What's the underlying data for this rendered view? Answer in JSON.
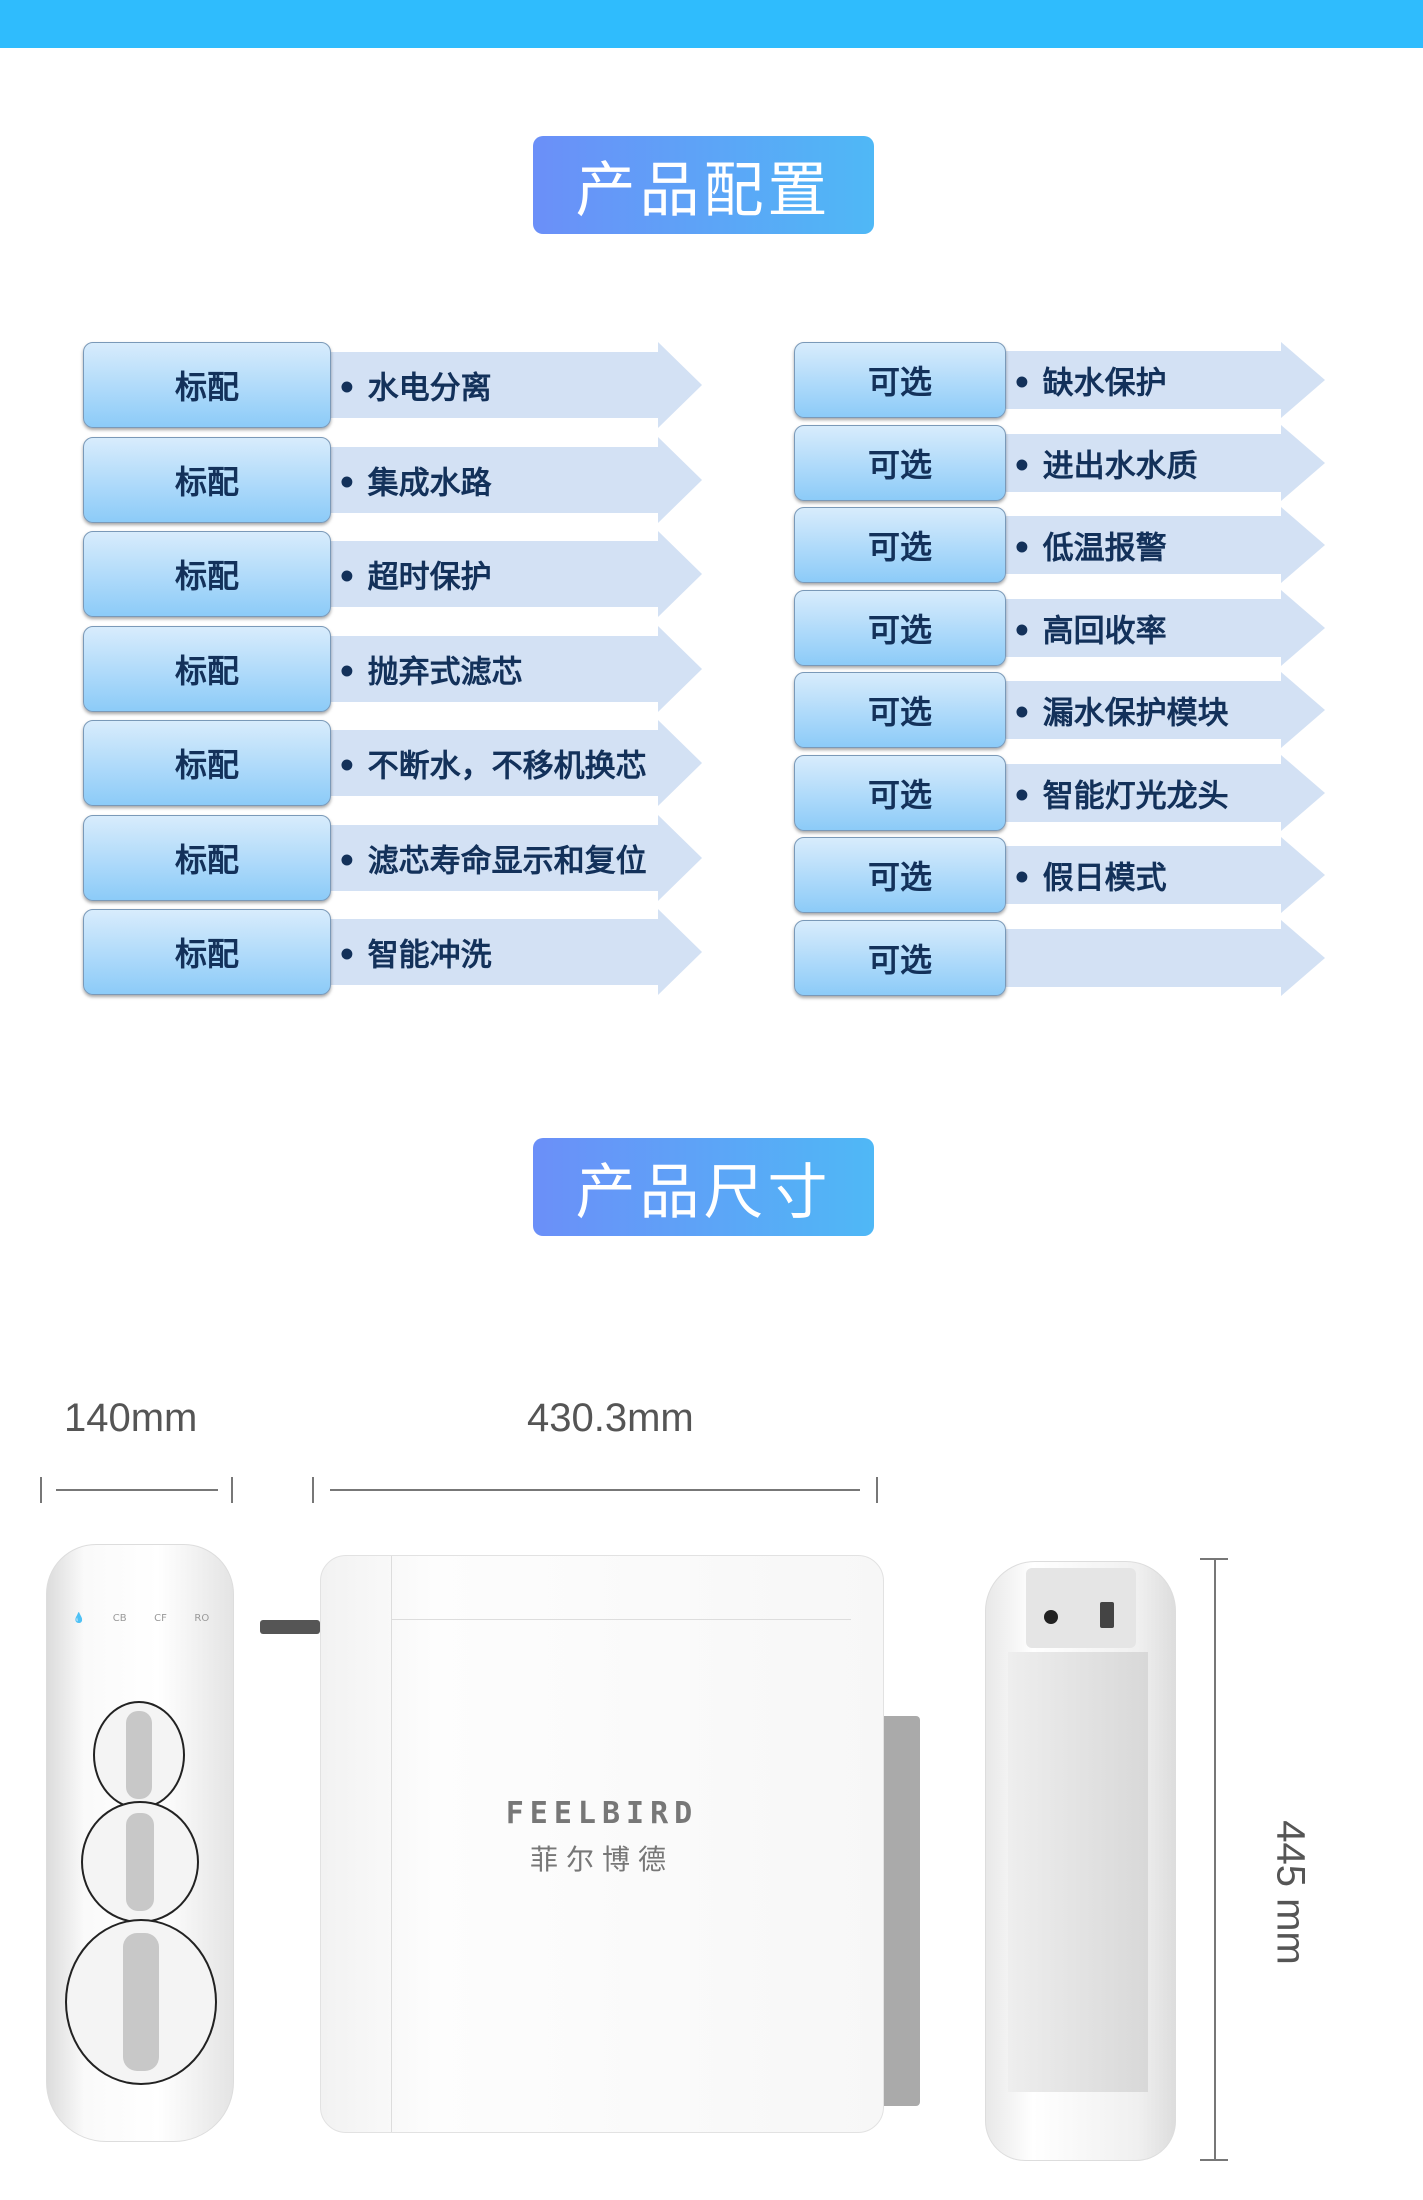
{
  "colors": {
    "top_bar": "#2fbcfd",
    "title_gradient": [
      "#6b8ff8",
      "#4fb8f6"
    ],
    "tag_text": "#13315a",
    "arrow": "#d3e1f4"
  },
  "config_section": {
    "title": "产品配置",
    "standard": [
      {
        "tag": "标配",
        "feature": "• 水电分离"
      },
      {
        "tag": "标配",
        "feature": "• 集成水路"
      },
      {
        "tag": "标配",
        "feature": "• 超时保护"
      },
      {
        "tag": "标配",
        "feature": "• 抛弃式滤芯"
      },
      {
        "tag": "标配",
        "feature": "• 不断水，不移机换芯"
      },
      {
        "tag": "标配",
        "feature": "• 滤芯寿命显示和复位"
      },
      {
        "tag": "标配",
        "feature": "• 智能冲洗"
      }
    ],
    "optional": [
      {
        "tag": "可选",
        "feature": "• 缺水保护"
      },
      {
        "tag": "可选",
        "feature": "• 进出水水质"
      },
      {
        "tag": "可选",
        "feature": "• 低温报警"
      },
      {
        "tag": "可选",
        "feature": "• 高回收率"
      },
      {
        "tag": "可选",
        "feature": "• 漏水保护模块"
      },
      {
        "tag": "可选",
        "feature": "• 智能灯光龙头"
      },
      {
        "tag": "可选",
        "feature": "• 假日模式"
      },
      {
        "tag": "可选",
        "feature": ""
      }
    ]
  },
  "size_section": {
    "title": "产品尺寸",
    "depth": "140mm",
    "width": "430.3mm",
    "height": "445 mm",
    "brand_en": "FEELBIRD",
    "brand_cn": "菲尔博德",
    "indicator_labels": [
      "CB",
      "CF",
      "RO"
    ]
  }
}
